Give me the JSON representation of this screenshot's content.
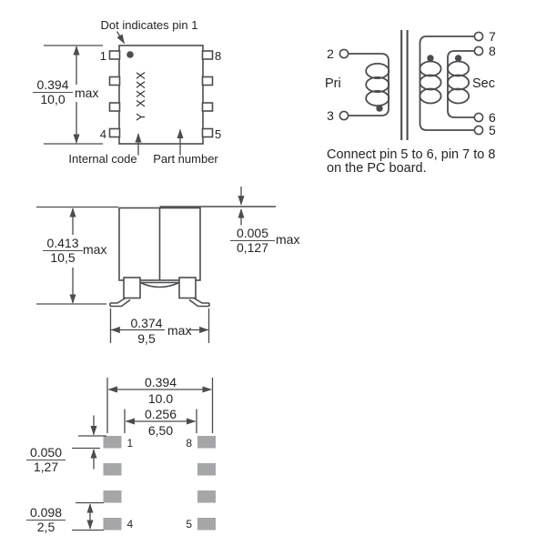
{
  "colors": {
    "background": "#ffffff",
    "line": "#4b4c4e",
    "text": "#242427",
    "pad": "#a4a6a8"
  },
  "top_view": {
    "callout": "Dot indicates pin 1",
    "marking": "Y XXXX",
    "pin_top_left": "1",
    "pin_bottom_left": "4",
    "pin_top_right": "8",
    "pin_bottom_right": "5",
    "height_in": "0.394",
    "height_mm": "10,0",
    "height_suffix": "max",
    "internal_code_label": "Internal code",
    "part_number_label": "Part number"
  },
  "schematic": {
    "primary_label": "Pri",
    "secondary_label": "Sec",
    "pin2": "2",
    "pin3": "3",
    "pin7": "7",
    "pin8": "8",
    "pin6": "6",
    "pin5": "5",
    "note_line1": "Connect pin 5 to 6, pin 7 to 8",
    "note_line2": "on the PC board."
  },
  "side_view": {
    "height_in": "0.413",
    "height_mm": "10,5",
    "height_suffix": "max",
    "step_in": "0.005",
    "step_mm": "0,127",
    "step_suffix": "max",
    "width_in": "0.374",
    "width_mm": "9,5",
    "width_suffix": "max"
  },
  "land_pattern": {
    "outer_in": "0.394",
    "outer_mm": "10.0",
    "inner_in": "0.256",
    "inner_mm": "6,50",
    "pad_height_in": "0.050",
    "pad_height_mm": "1,27",
    "pitch_in": "0.098",
    "pitch_mm": "2,5",
    "pad1": "1",
    "pad8": "8",
    "pad4": "4",
    "pad5": "5"
  }
}
